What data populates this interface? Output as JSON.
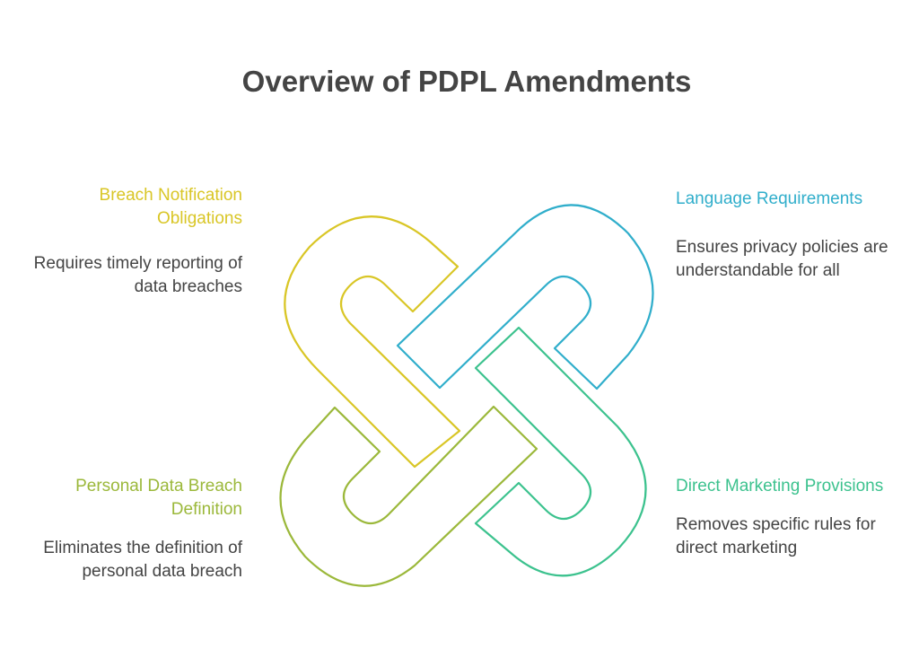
{
  "title": "Overview of PDPL Amendments",
  "items": [
    {
      "heading": "Breach Notification Obligations",
      "description": "Requires timely reporting of data breaches",
      "color": "#d9c626"
    },
    {
      "heading": "Language Requirements",
      "description": "Ensures privacy policies are understandable for all",
      "color": "#30aecb"
    },
    {
      "heading": "Personal Data Breach Definition",
      "description": "Eliminates the definition of personal data breach",
      "color": "#9bb83a"
    },
    {
      "heading": "Direct Marketing Provisions",
      "description": "Removes specific rules for direct marketing",
      "color": "#3cc28e"
    }
  ]
}
